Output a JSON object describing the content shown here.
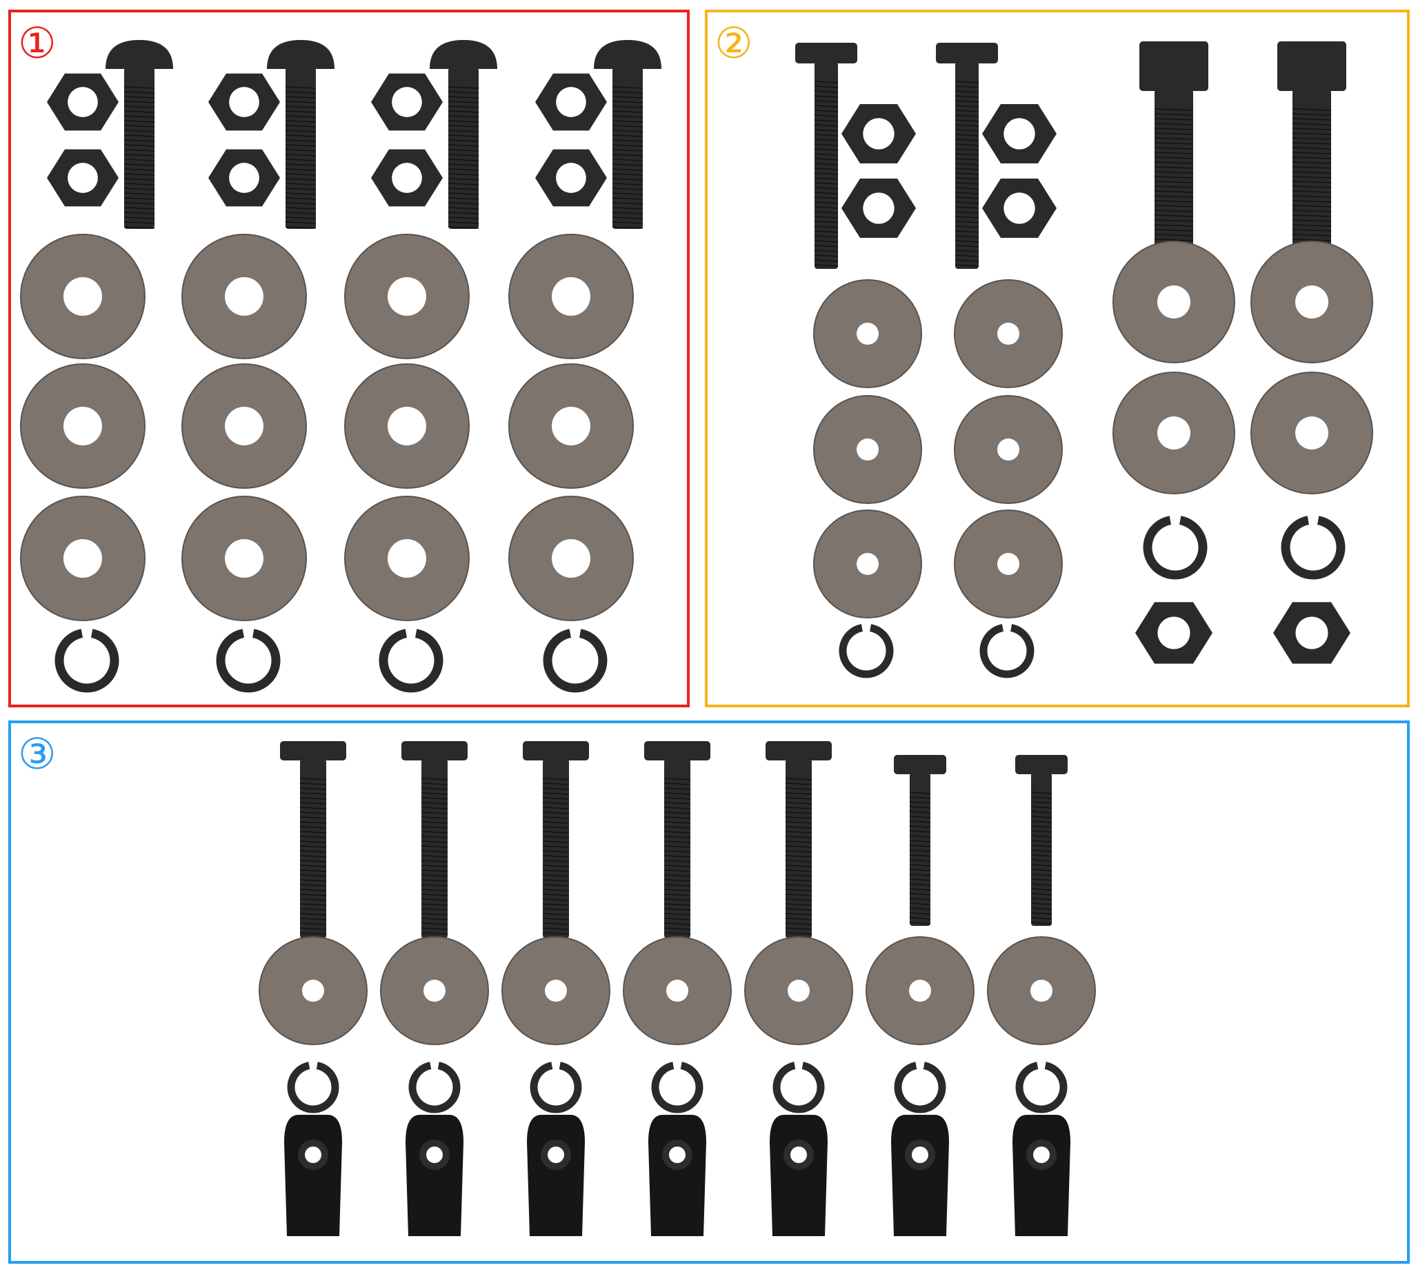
{
  "groups": [
    {
      "number": "①",
      "color": "#e8231f"
    },
    {
      "number": "②",
      "color": "#f7b21a"
    },
    {
      "number": "③",
      "color": "#2a9cf0"
    }
  ],
  "colors": {
    "steel": "#2a2a2a",
    "washer": "#7c746d",
    "washer_edge": "#5a534e",
    "hole": "#ffffff"
  },
  "parts": {
    "group1": {
      "carriage_bolts": 4,
      "hex_nuts": 8,
      "flat_washers": 12,
      "split_lock_washers": 4
    },
    "group2": {
      "hex_bolts": 4,
      "hex_nuts": 6,
      "flat_washers": 10,
      "split_lock_washers": 4
    },
    "group3": {
      "hex_bolts": 7,
      "flat_washers": 7,
      "split_lock_washers": 7,
      "u_nut_clips": 7
    }
  }
}
